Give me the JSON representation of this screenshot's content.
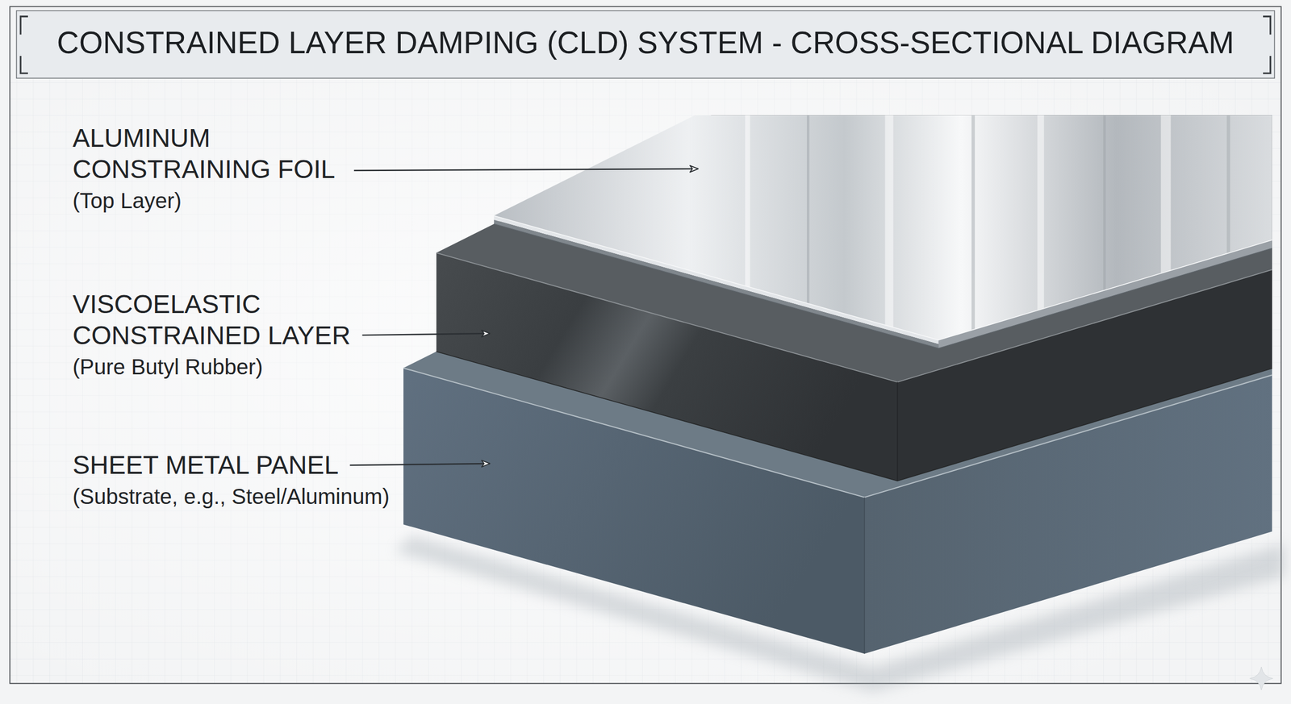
{
  "diagram": {
    "title": "CONSTRAINED LAYER DAMPING (CLD) SYSTEM - CROSS-SECTIONAL DIAGRAM",
    "labels": [
      "ALUMINUM CONSTRAINING FOIL",
      "(Top Layer)",
      "VISCOELASTIC CONSTRAINED LAYER",
      "(Pure Butyl Rubber)",
      "SHEET METAL PANEL",
      "(Substrate, e.g., Steel/Aluminum)"
    ]
  }
}
